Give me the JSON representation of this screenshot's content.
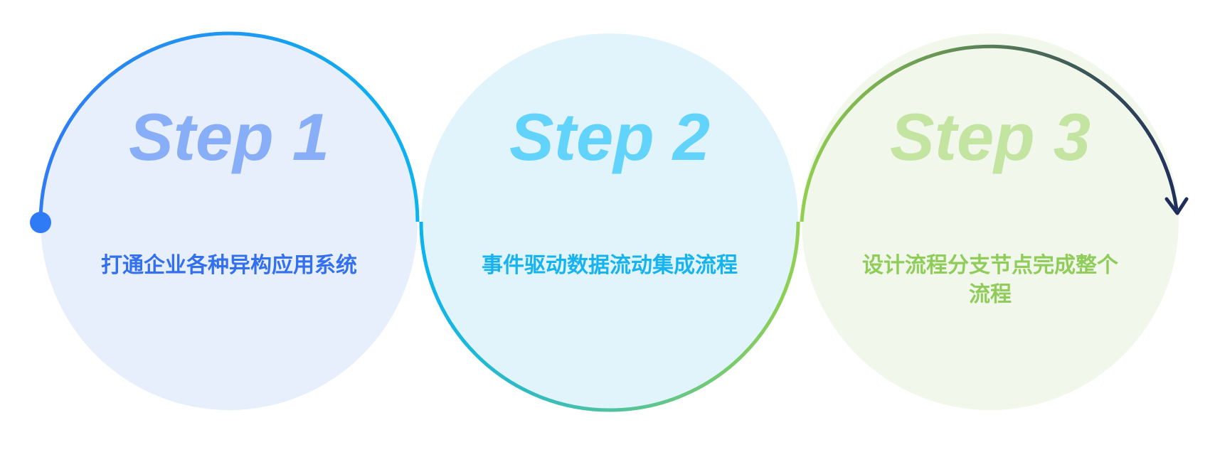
{
  "steps": [
    {
      "title": "Step 1",
      "desc_lines": [
        "打通企业各种异构应用系统"
      ],
      "fill_color": "#e8effc",
      "title_color": "#88aef7",
      "desc_color": "#3370f0"
    },
    {
      "title": "Step 2",
      "desc_lines": [
        "事件驱动数据流动集成流程"
      ],
      "fill_color": "#e2f4fb",
      "title_color": "#62d3fb",
      "desc_color": "#16b3ee"
    },
    {
      "title": "Step 3",
      "desc_lines": [
        "设计流程分支节点完成整个",
        "流程"
      ],
      "fill_color": "#f1f8eb",
      "title_color": "#c4e4a1",
      "desc_color": "#8fcc5a"
    }
  ],
  "connector": {
    "color_start": "#2f7bf6",
    "color_blue": "#0bb4ef",
    "color_green": "#92d050",
    "color_end": "#1f2d5c"
  }
}
